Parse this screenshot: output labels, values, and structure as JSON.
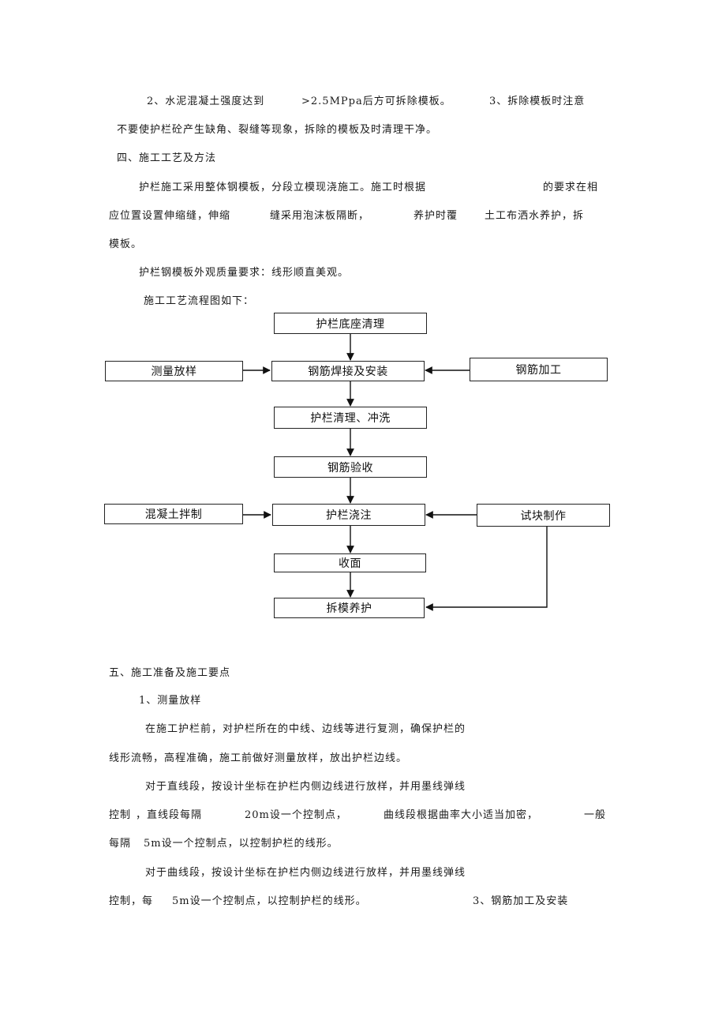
{
  "body_text": {
    "l1a": "2、水泥混凝土强度达到",
    "l1b": ">2.5MPpa后方可拆除模板。",
    "l1c": "3、拆除模板时注意",
    "l2": "不要使护栏砼产生缺角、裂缝等现象，拆除的模板及时清理干净。",
    "l3": "四、施工工艺及方法",
    "l4a": "护栏施工采用整体钢模板，分段立模现浇施工。施工时根据",
    "l4b": "的要求在相",
    "l5a": "应位置设置伸缩缝，伸缩",
    "l5b": "缝采用泡沫板隔断，",
    "l5c": "养护时覆",
    "l5d": "土工布洒水养护，拆",
    "l6": "模板。",
    "l7": "护栏钢模板外观质量要求：线形顺直美观。",
    "l8": "施工工艺流程图如下："
  },
  "flowchart": {
    "n1": "护栏底座清理",
    "n2": "测量放样",
    "n3": "钢筋焊接及安装",
    "n4": "钢筋加工",
    "n5": "护栏清理、冲洗",
    "n6": "钢筋验收",
    "n7": "混凝土拌制",
    "n8": "护栏浇注",
    "n9": "试块制作",
    "n10": "收面",
    "n11": "拆模养护"
  },
  "body_text_2": {
    "m1": "五、施工准备及施工要点",
    "m2": "1、测量放样",
    "m3": "在施工护栏前，对护栏所在的中线、边线等进行复测，确保护栏的",
    "m4": "线形流畅，高程准确，施工前做好测量放样，放出护栏边线。",
    "m5": "对于直线段，按设计坐标在护栏内侧边线进行放样，并用墨线弹线",
    "m6a": "控制",
    "m6b": "，直线段每隔",
    "m6c": "20m设一个控制点，",
    "m6d": "曲线段根据曲率大小适当加密，",
    "m6e": "一般",
    "m7a": "每隔",
    "m7b": "5m设一个控制点，以控制护栏的线形。",
    "m8": "对于曲线段，按设计坐标在护栏内侧边线进行放样，并用墨线弹线",
    "m9a": "控制，每",
    "m9b": "5m设一个控制点，以控制护栏的线形。",
    "m9c": "3、钢筋加工及安装"
  }
}
